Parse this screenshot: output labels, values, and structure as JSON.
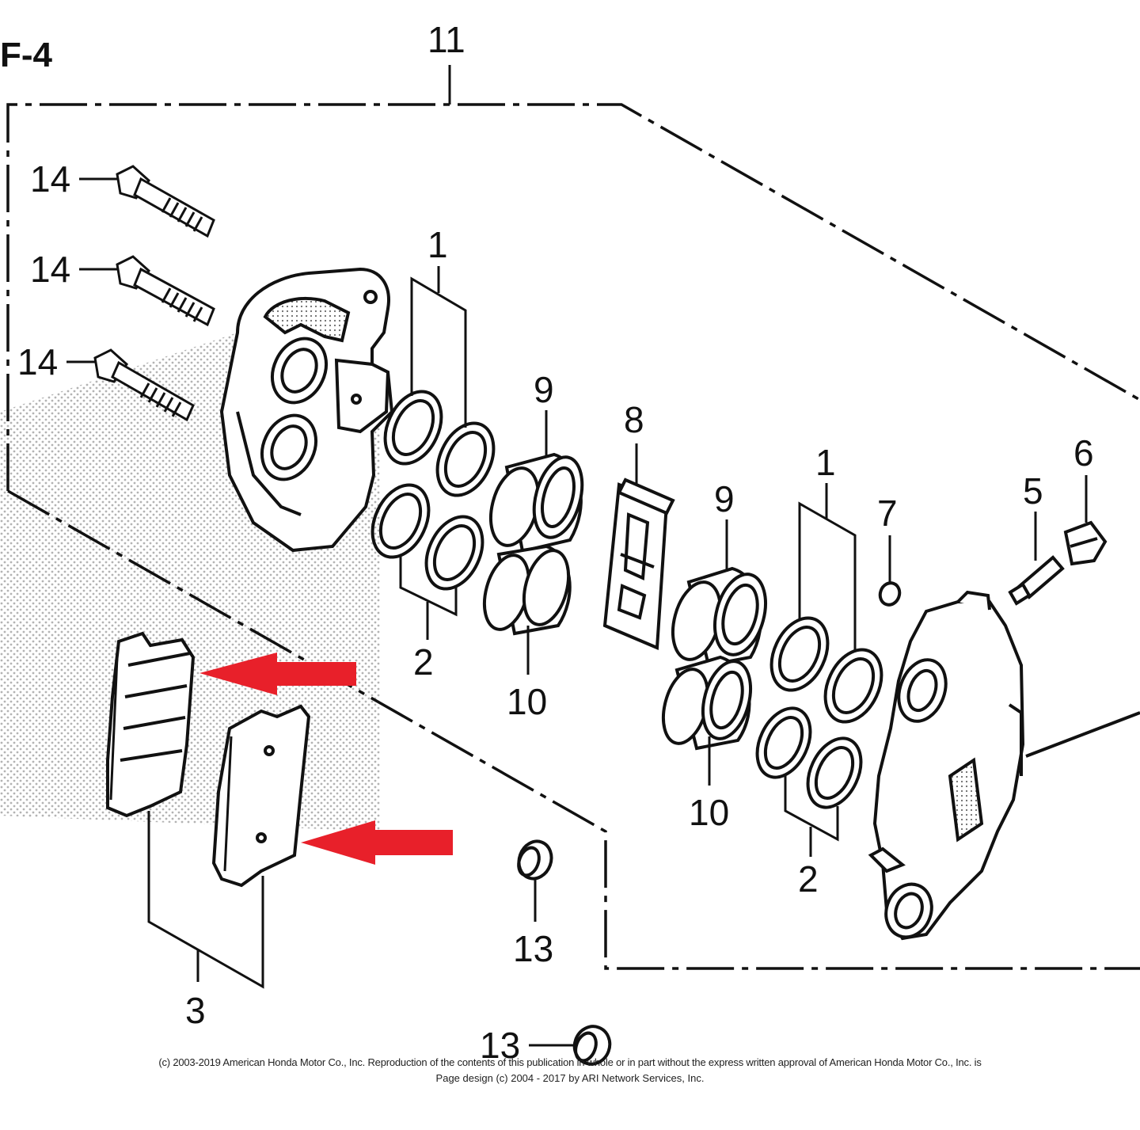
{
  "diagram": {
    "title": "F-4",
    "callouts": {
      "assembly": "11",
      "bolt_top": "14",
      "bolt_mid": "14",
      "bolt_low": "14",
      "seal_set_left_upper": "1",
      "seal_set_left_lower": "2",
      "piston_left_upper": "9",
      "piston_left_lower": "10",
      "pad_spring": "8",
      "piston_right_upper": "9",
      "piston_right_lower": "10",
      "seal_set_right_upper": "1",
      "seal_set_right_lower": "2",
      "pad_set": "3",
      "bleeder_cap": "6",
      "bleeder_screw": "5",
      "plug": "7",
      "collar_upper": "13",
      "collar_lower": "13"
    },
    "footer": {
      "copyright": "(c) 2003-2019 American Honda Motor Co., Inc. Reproduction of the contents of this publication in whole or in part without the express written approval of American Honda Motor Co., Inc. is",
      "page_design": "Page design (c) 2004 - 2017 by ARI Network Services, Inc."
    },
    "colors": {
      "line": "#111111",
      "arrow": "#e8202a",
      "halftone": "#b0b0b0"
    }
  }
}
